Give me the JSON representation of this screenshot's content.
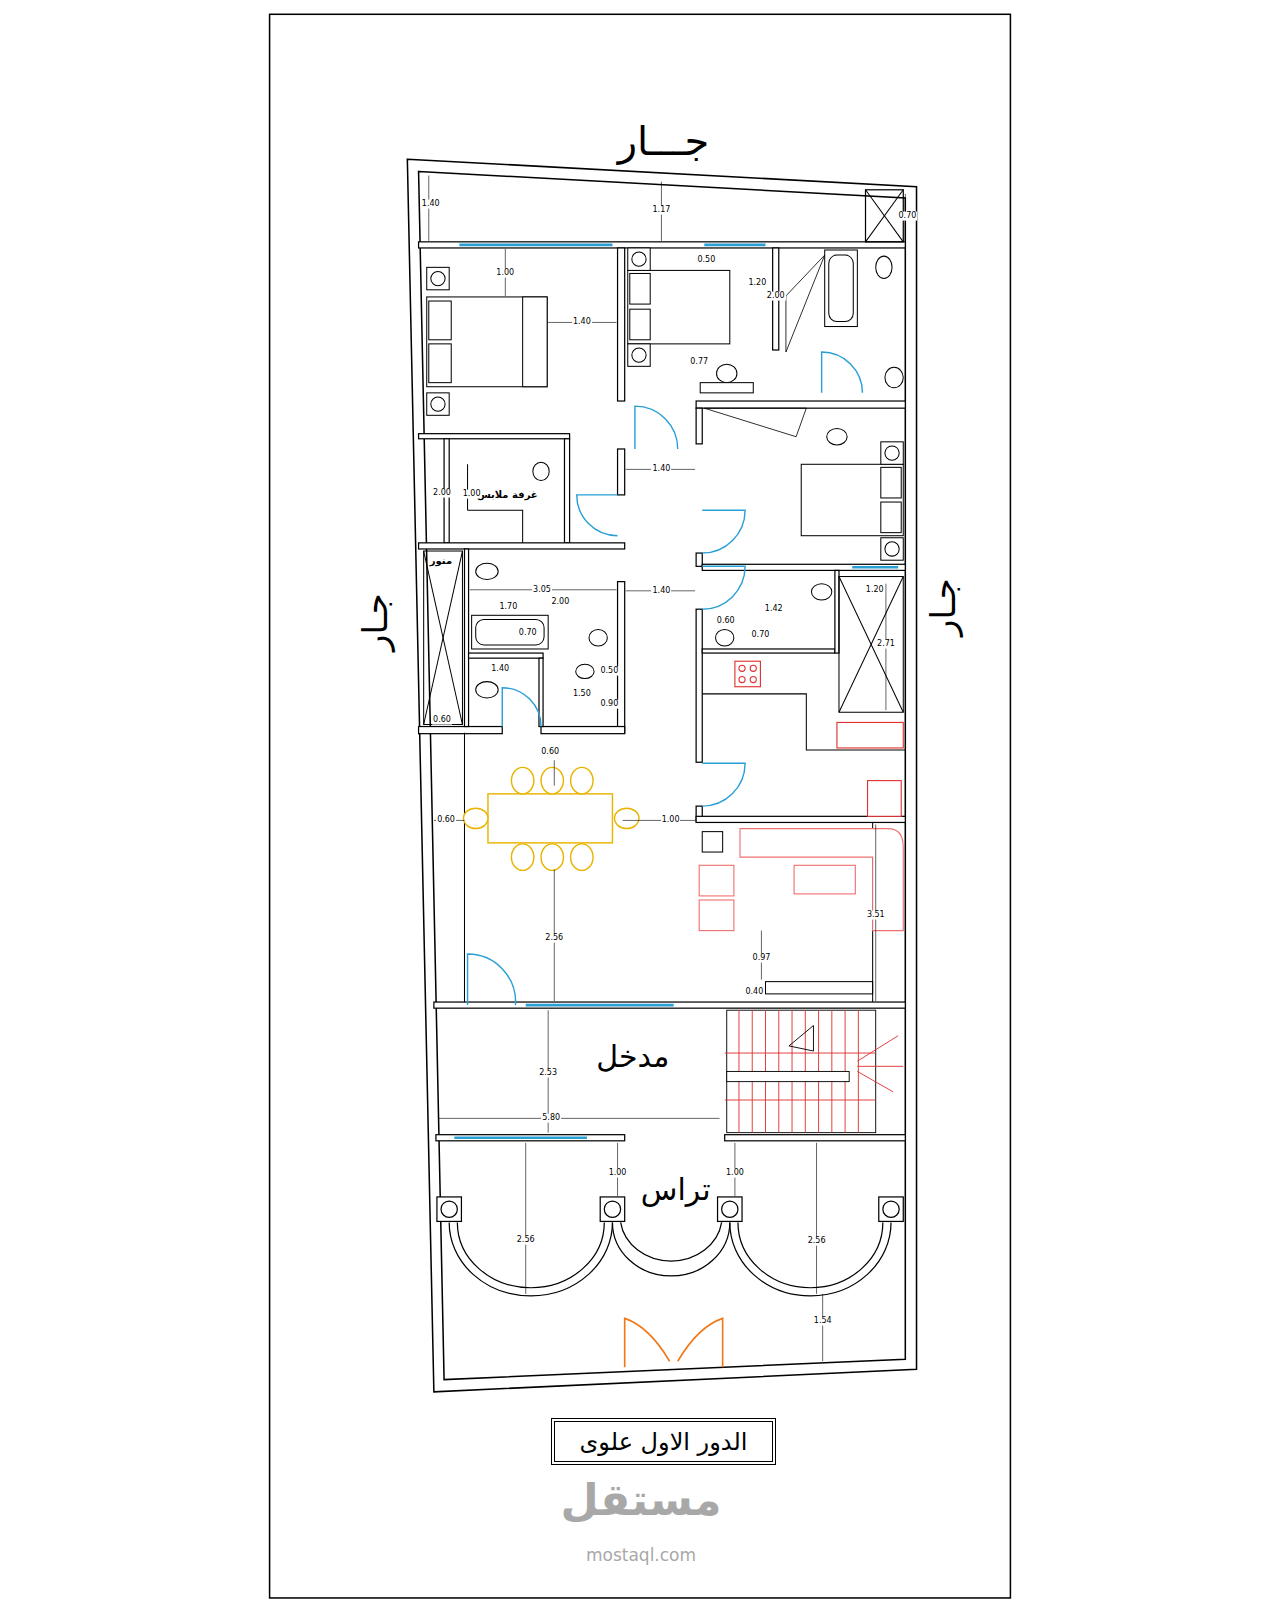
{
  "diagram": {
    "nodes": [
      {
        "text": [
          "الدور الاول علوى"
        ]
      }
    ],
    "labels": [
      "جـــار",
      "جـار",
      "جـار",
      "غرفة ملابس",
      "منور",
      "مدخل",
      "تراس",
      "1.40",
      "1.17",
      "0.70",
      "1.00",
      "1.40",
      "0.50",
      "1.20",
      "2.00",
      "0.77",
      "1.40",
      "2.00",
      "1.00",
      "3.05",
      "1.40",
      "1.70",
      "2.00",
      "0.70",
      "1.40",
      "0.50",
      "1.50",
      "0.90",
      "0.60",
      "0.60",
      "0.60",
      "1.00",
      "0.60",
      "1.42",
      "0.70",
      "1.20",
      "2.71",
      "2.56",
      "3.51",
      "0.97",
      "0.40",
      "2.53",
      "5.80",
      "1.00",
      "1.00",
      "2.56",
      "2.56",
      "1.54",
      "مستقل",
      "mostaql.com"
    ]
  }
}
